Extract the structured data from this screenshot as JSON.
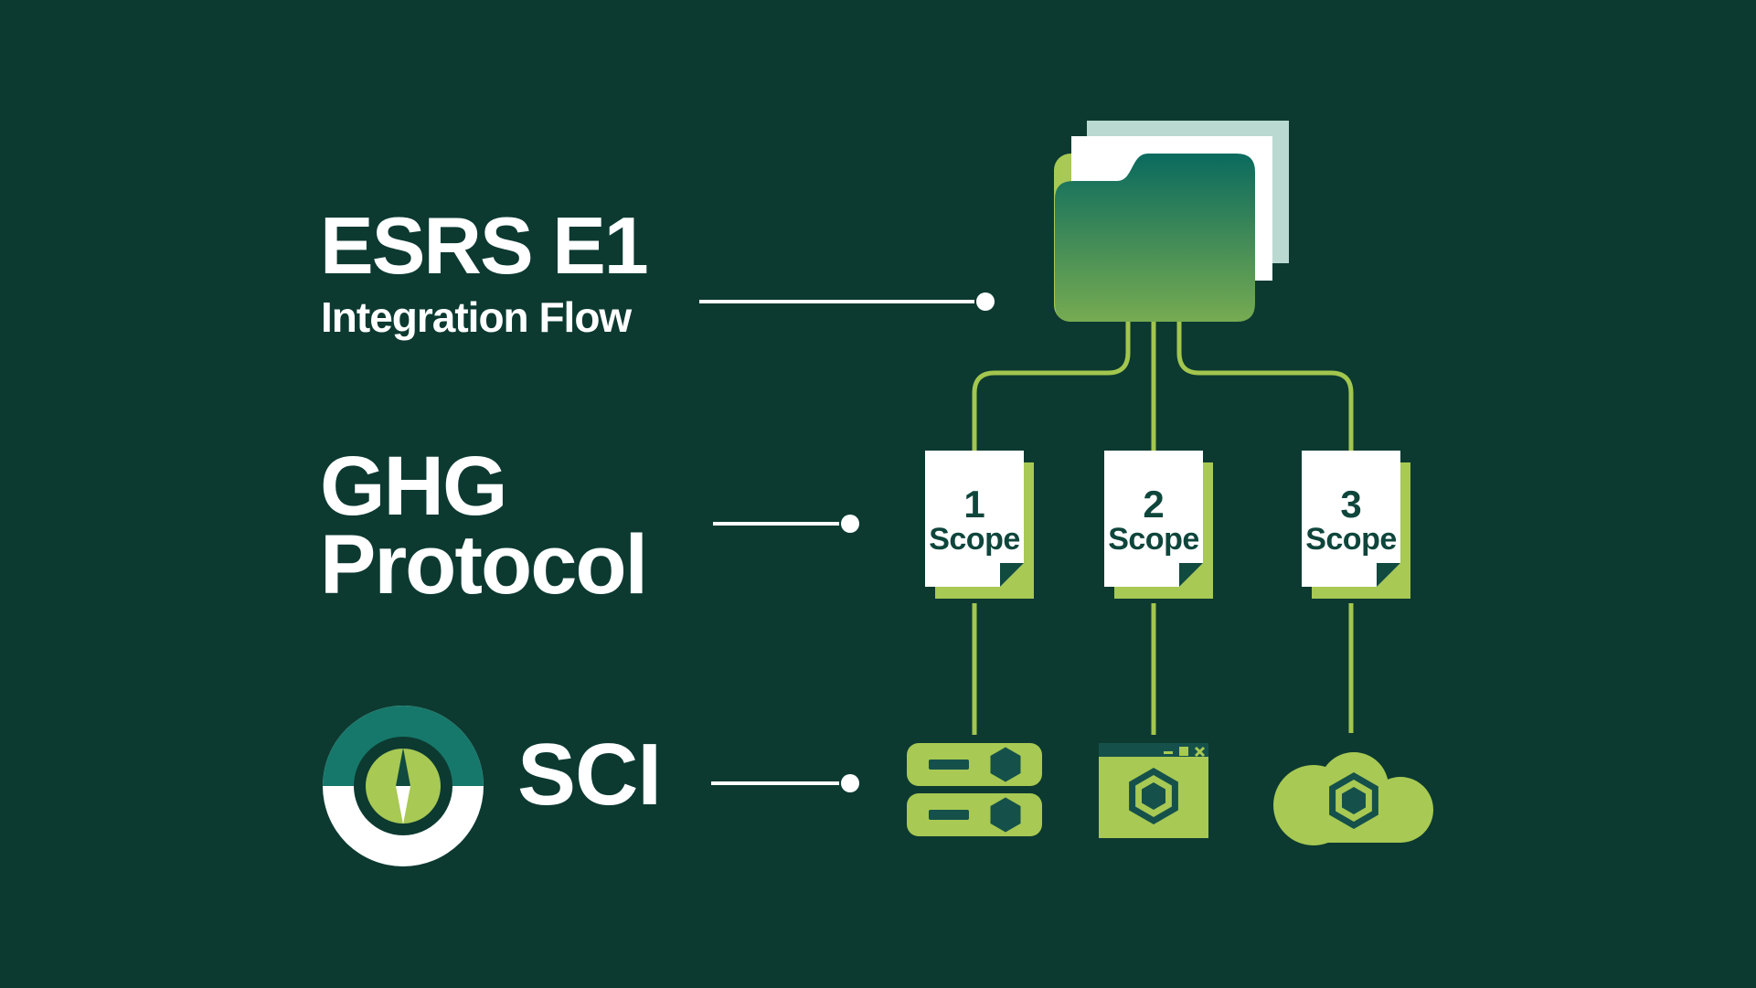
{
  "title": {
    "heading": "ESRS E1",
    "subheading": "Integration Flow"
  },
  "ghg": {
    "line1": "GHG",
    "line2": "Protocol"
  },
  "sci": {
    "label": "SCI"
  },
  "documents": [
    {
      "number": "1",
      "label": "Scope"
    },
    {
      "number": "2",
      "label": "Scope"
    },
    {
      "number": "3",
      "label": "Scope"
    }
  ],
  "icons": {
    "top": "folder-with-documents-icon",
    "column1": "server-stack-icon",
    "column2": "app-window-icon",
    "column3": "cloud-icon",
    "sci": "compass-gauge-icon"
  },
  "colors": {
    "background": "#0C3A31",
    "lime": "#A8C953",
    "line_lime": "#A3C64E",
    "teal_ring": "#16786A",
    "dark_accent": "#15514A",
    "doc_text": "#0F463C",
    "fold": "#114A3F",
    "pale_paper": "#BAD9D1",
    "white": "#FFFFFF",
    "folder_gradient_top": "#0A6A5E",
    "folder_gradient_bottom": "#76AB51"
  }
}
